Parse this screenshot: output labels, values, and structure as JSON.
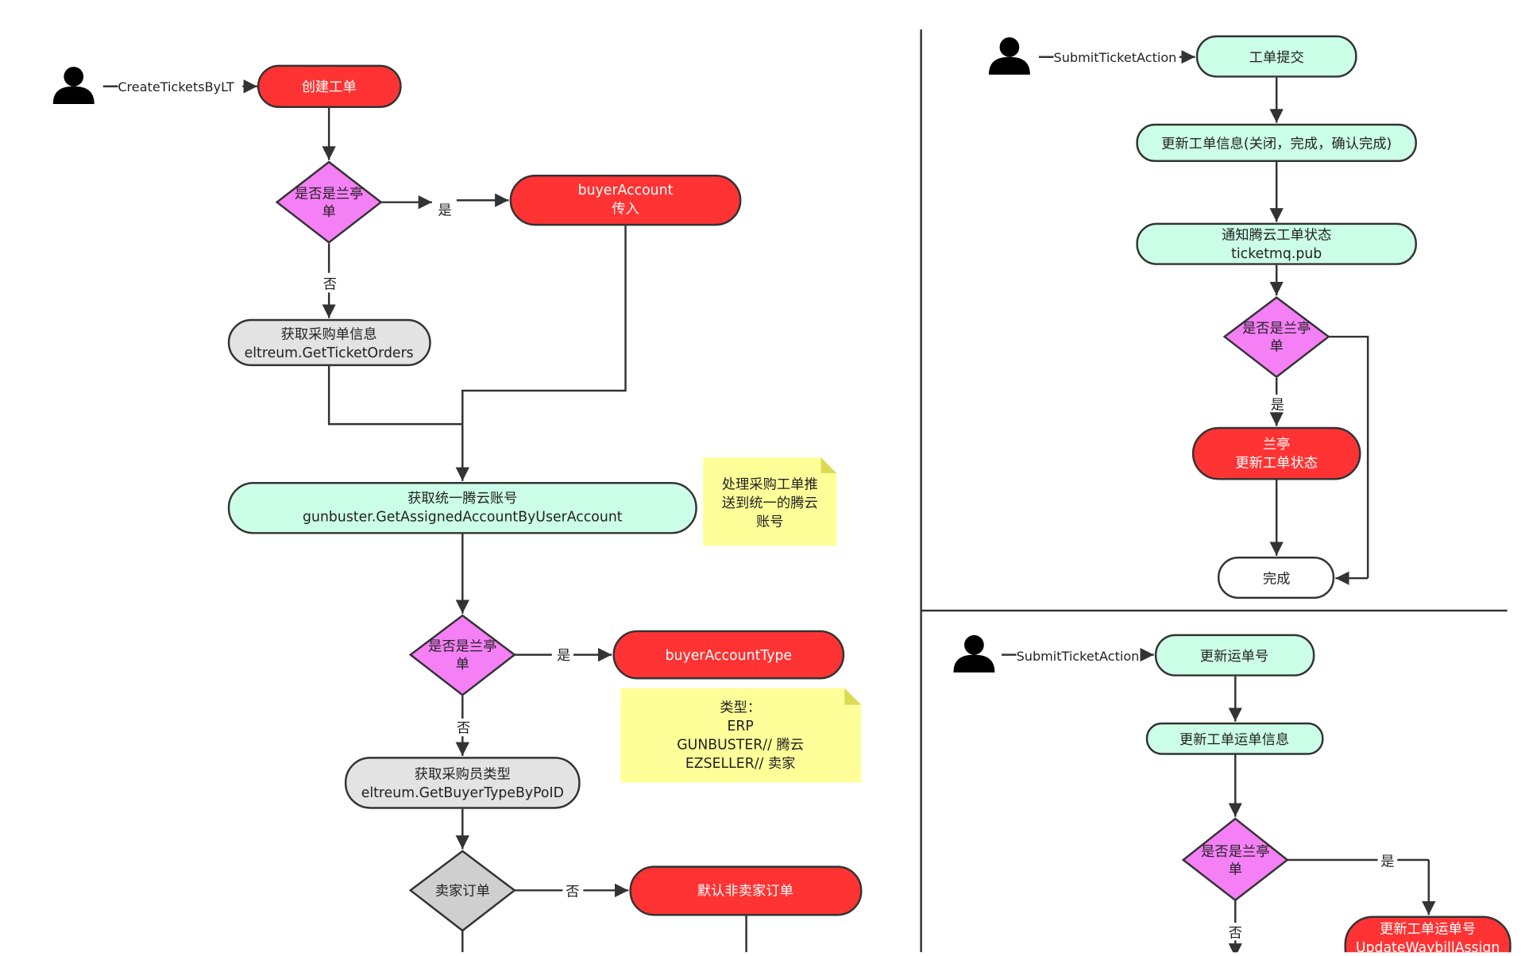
{
  "actors": {
    "a1": "CreateTicketsByLT",
    "a2": "SubmitTicketAction",
    "a3": "SubmitTicketAction"
  },
  "left": {
    "create": "创建工单",
    "decision1": [
      "是否是兰亭",
      "单"
    ],
    "buyer_account": [
      "buyerAccount",
      "传入"
    ],
    "get_po_info": [
      "获取采购单信息",
      "eltreum.GetTicketOrders"
    ],
    "get_account": [
      "获取统一腾云账号",
      "gunbuster.GetAssignedAccountByUserAccount"
    ],
    "note1": [
      "处理采购工单推",
      "送到统一的腾云",
      "账号"
    ],
    "decision2": [
      "是否是兰亭",
      "单"
    ],
    "buyer_account_type": "buyerAccountType",
    "note2": [
      "类型：",
      "ERP",
      "GUNBUSTER// 腾云",
      "EZSELLER// 卖家"
    ],
    "get_buyer_type": [
      "获取采购员类型",
      "eltreum.GetBuyerTypeByPoID"
    ],
    "seller_order": "卖家订单",
    "default_non_seller": "默认非卖家订单"
  },
  "right_top": {
    "submit": "工单提交",
    "update_info": "更新工单信息(关闭，完成，确认完成)",
    "notify": [
      "通知腾云工单状态",
      "ticketmq.pub"
    ],
    "decision": [
      "是否是兰亭",
      "单"
    ],
    "lt_update": [
      "兰亭",
      "更新工单状态"
    ],
    "done": "完成"
  },
  "right_bottom": {
    "update_waybill": "更新运单号",
    "update_waybill_info": "更新工单运单信息",
    "decision": [
      "是否是兰亭",
      "单"
    ],
    "lt_waybill": [
      "更新工单运单号",
      "UpdateWaybillAssign"
    ]
  },
  "edge_labels": {
    "yes": "是",
    "no": "否"
  },
  "colors": {
    "start_red": "#ff3333",
    "process_mint": "#ccffe8",
    "process_gray": "#e3e3e3",
    "decision_pink": "#f57ff5",
    "note_yellow": "#ffff99"
  }
}
